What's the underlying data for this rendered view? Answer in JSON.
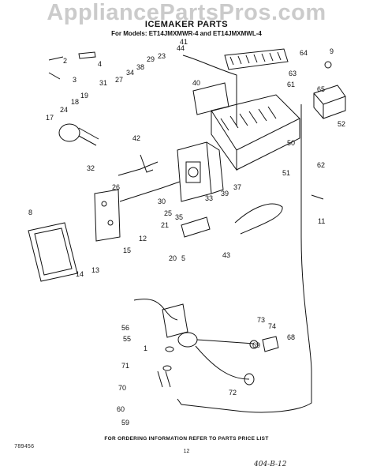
{
  "watermark": "AppliancePartsPros.com",
  "header": {
    "title": "ICEMAKER PARTS",
    "subtitle": "For Models: ET14JMXMWR-4 and ET14JMXMWL-4"
  },
  "footer": {
    "ordering_note": "FOR ORDERING INFORMATION REFER TO PARTS PRICE LIST",
    "figure_number": "789456",
    "page_number": "12",
    "handwritten_note": "404-B-12"
  },
  "callouts": [
    "1",
    "2",
    "3",
    "4",
    "5",
    "8",
    "9",
    "11",
    "12",
    "13",
    "14",
    "15",
    "17",
    "18",
    "19",
    "20",
    "21",
    "23",
    "24",
    "25",
    "26",
    "27",
    "29",
    "30",
    "31",
    "32",
    "33",
    "34",
    "35",
    "37",
    "38",
    "39",
    "40",
    "41",
    "42",
    "43",
    "44",
    "50",
    "51",
    "52",
    "55",
    "56",
    "59",
    "60",
    "61",
    "62",
    "63",
    "64",
    "65",
    "68",
    "69",
    "70",
    "71",
    "72",
    "73",
    "74"
  ],
  "colors": {
    "ink": "#111111",
    "paper": "#ffffff",
    "watermark": "#a0a0a0"
  }
}
